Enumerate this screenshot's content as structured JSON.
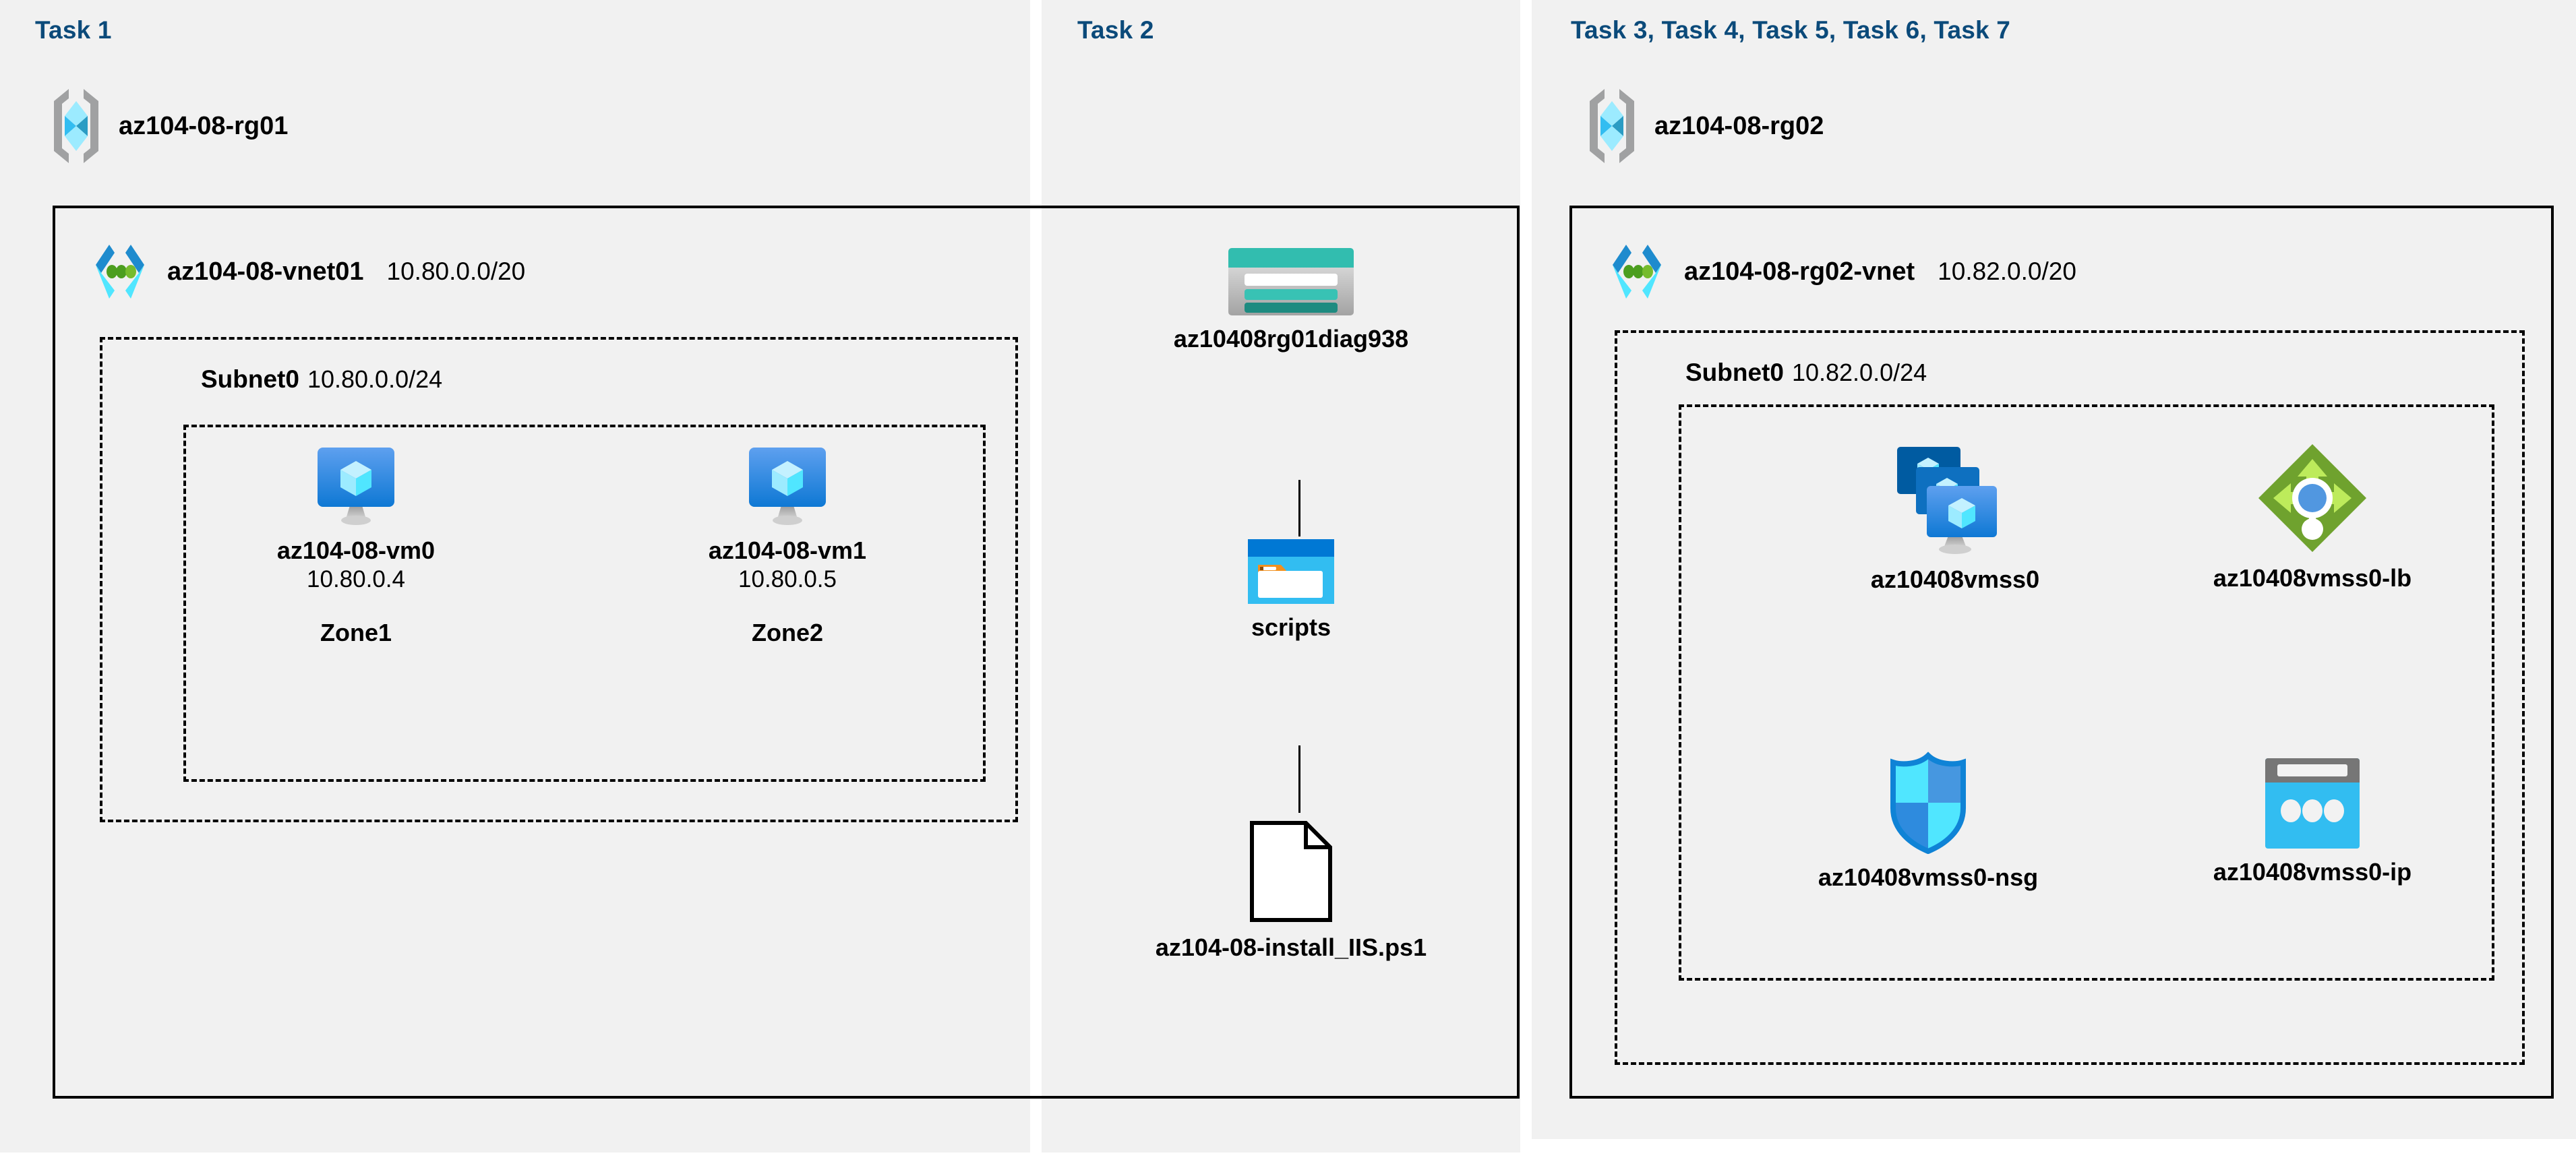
{
  "columns": {
    "task1": {
      "header": "Task 1"
    },
    "task2": {
      "header": "Task 2"
    },
    "task3": {
      "header": "Task 3, Task 4, Task 5, Task 6, Task 7"
    }
  },
  "resource_groups": [
    {
      "name": "az104-08-rg01",
      "icon": "resource-group-icon"
    },
    {
      "name": "az104-08-rg02",
      "icon": "resource-group-icon"
    }
  ],
  "vnets": [
    {
      "name": "az104-08-vnet01",
      "cidr": "10.80.0.0/20",
      "icon": "virtual-network-icon"
    },
    {
      "name": "az104-08-rg02-vnet",
      "cidr": "10.82.0.0/20",
      "icon": "virtual-network-icon"
    }
  ],
  "subnets": [
    {
      "name": "Subnet0",
      "cidr": "10.80.0.0/24"
    },
    {
      "name": "Subnet0",
      "cidr": "10.82.0.0/24"
    }
  ],
  "vms": [
    {
      "name": "az104-08-vm0",
      "ip": "10.80.0.4",
      "zone": "Zone1",
      "icon": "virtual-machine-icon"
    },
    {
      "name": "az104-08-vm1",
      "ip": "10.80.0.5",
      "zone": "Zone2",
      "icon": "virtual-machine-icon"
    }
  ],
  "storage": {
    "account": {
      "name": "az10408rg01diag938",
      "icon": "storage-account-icon"
    },
    "container": {
      "name": "scripts",
      "icon": "blob-container-icon"
    },
    "file": {
      "name": "az104-08-install_IIS.ps1",
      "icon": "script-file-icon"
    }
  },
  "scale_set_resources": [
    {
      "name": "az10408vmss0",
      "icon": "vm-scale-set-icon"
    },
    {
      "name": "az10408vmss0-lb",
      "icon": "load-balancer-icon"
    },
    {
      "name": "az10408vmss0-nsg",
      "icon": "network-security-group-icon"
    },
    {
      "name": "az10408vmss0-ip",
      "icon": "public-ip-address-icon"
    }
  ],
  "colors": {
    "header_blue": "#0B4A7A",
    "panel_gray": "#f1f1f1",
    "vm_blue": "#2D8CE0",
    "storage_teal": "#2EBDAF",
    "lb_green": "#6FA22E",
    "nsg_blue": "#32BDF1",
    "ip_cyan": "#32BDF1",
    "border_black": "#000000"
  }
}
